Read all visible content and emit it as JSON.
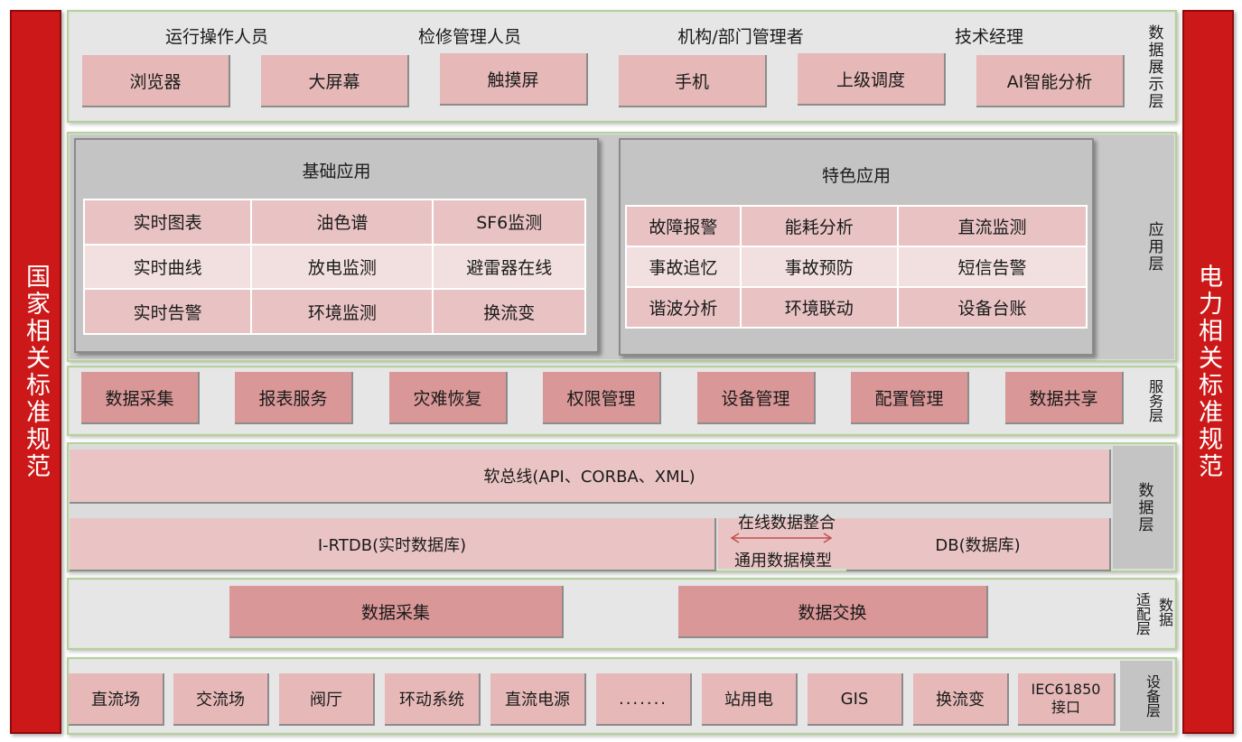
{
  "side": {
    "left": "国家相关标准规范",
    "right": "电力相关标准规范"
  },
  "display_layer": {
    "label": "数据展示层",
    "roles": [
      "运行操作人员",
      "检修管理人员",
      "机构/部门管理者",
      "技术经理"
    ],
    "boxes": [
      "浏览器",
      "大屏幕",
      "触摸屏",
      "手机",
      "上级调度",
      "AI智能分析"
    ]
  },
  "app_layer": {
    "label": "应用层",
    "basic": {
      "title": "基础应用",
      "rows": [
        [
          "实时图表",
          "油色谱",
          "SF6监测"
        ],
        [
          "实时曲线",
          "放电监测",
          "避雷器在线"
        ],
        [
          "实时告警",
          "环境监测",
          "换流变"
        ]
      ]
    },
    "special": {
      "title": "特色应用",
      "rows": [
        [
          "故障报警",
          "能耗分析",
          "直流监测"
        ],
        [
          "事故追忆",
          "事故预防",
          "短信告警"
        ],
        [
          "谐波分析",
          "环境联动",
          "设备台账"
        ]
      ]
    }
  },
  "service_layer": {
    "label": "服务层",
    "items": [
      "数据采集",
      "报表服务",
      "灾难恢复",
      "权限管理",
      "设备管理",
      "配置管理",
      "数据共享"
    ]
  },
  "data_layer": {
    "label": "数据层",
    "bus": "软总线(API、CORBA、XML)",
    "rtdb": "I-RTDB(实时数据库)",
    "db": "DB(数据库)",
    "integration_top": "在线数据整合",
    "integration_bottom": "通用数据模型"
  },
  "adapter_layer": {
    "label_a": "适配层",
    "label_b": "数据",
    "items": [
      "数据采集",
      "数据交换"
    ]
  },
  "device_layer": {
    "label": "设备层",
    "items": [
      "直流场",
      "交流场",
      "阀厅",
      "环动系统",
      "直流电源",
      ".......",
      "站用电",
      "GIS",
      "换流变",
      "IEC61850 接口"
    ]
  },
  "colors": {
    "side_red": "#cc1818",
    "box_pink": "#e6b8b8",
    "box_dark_pink": "#d99797",
    "panel_grey": "#c4c4c4",
    "arrow": "#c0504d"
  }
}
